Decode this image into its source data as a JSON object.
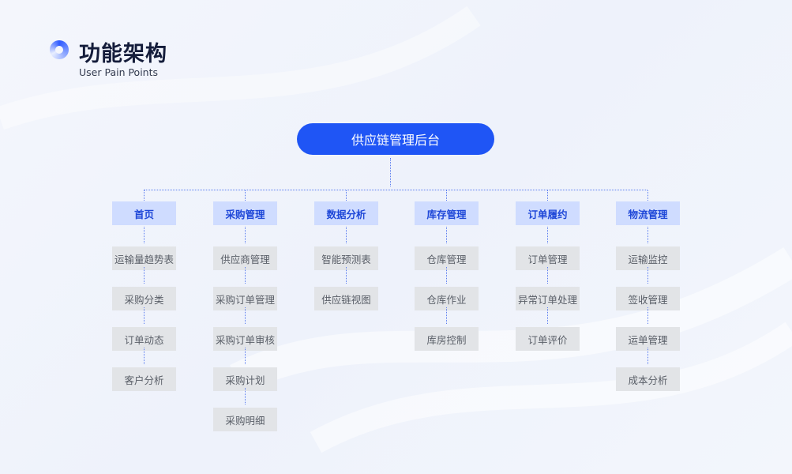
{
  "header": {
    "title": "功能架构",
    "subtitle": "User Pain Points"
  },
  "root": {
    "label": "供应链管理后台"
  },
  "columns": [
    {
      "label": "首页",
      "items": [
        "运输量趋势表",
        "采购分类",
        "订单动态",
        "客户分析"
      ]
    },
    {
      "label": "采购管理",
      "items": [
        "供应商管理",
        "采购订单管理",
        "采购订单审核",
        "采购计划",
        "采购明细"
      ]
    },
    {
      "label": "数据分析",
      "items": [
        "智能预测表",
        "供应链视图"
      ]
    },
    {
      "label": "库存管理",
      "items": [
        "仓库管理",
        "仓库作业",
        "库房控制"
      ]
    },
    {
      "label": "订单履约",
      "items": [
        "订单管理",
        "异常订单处理",
        "订单评价"
      ]
    },
    {
      "label": "物流管理",
      "items": [
        "运输监控",
        "签收管理",
        "运单管理",
        "成本分析"
      ]
    }
  ],
  "colors": {
    "accent": "#1f55f5",
    "head_bg": "#cfdcff",
    "child_bg": "#e2e4e7"
  }
}
